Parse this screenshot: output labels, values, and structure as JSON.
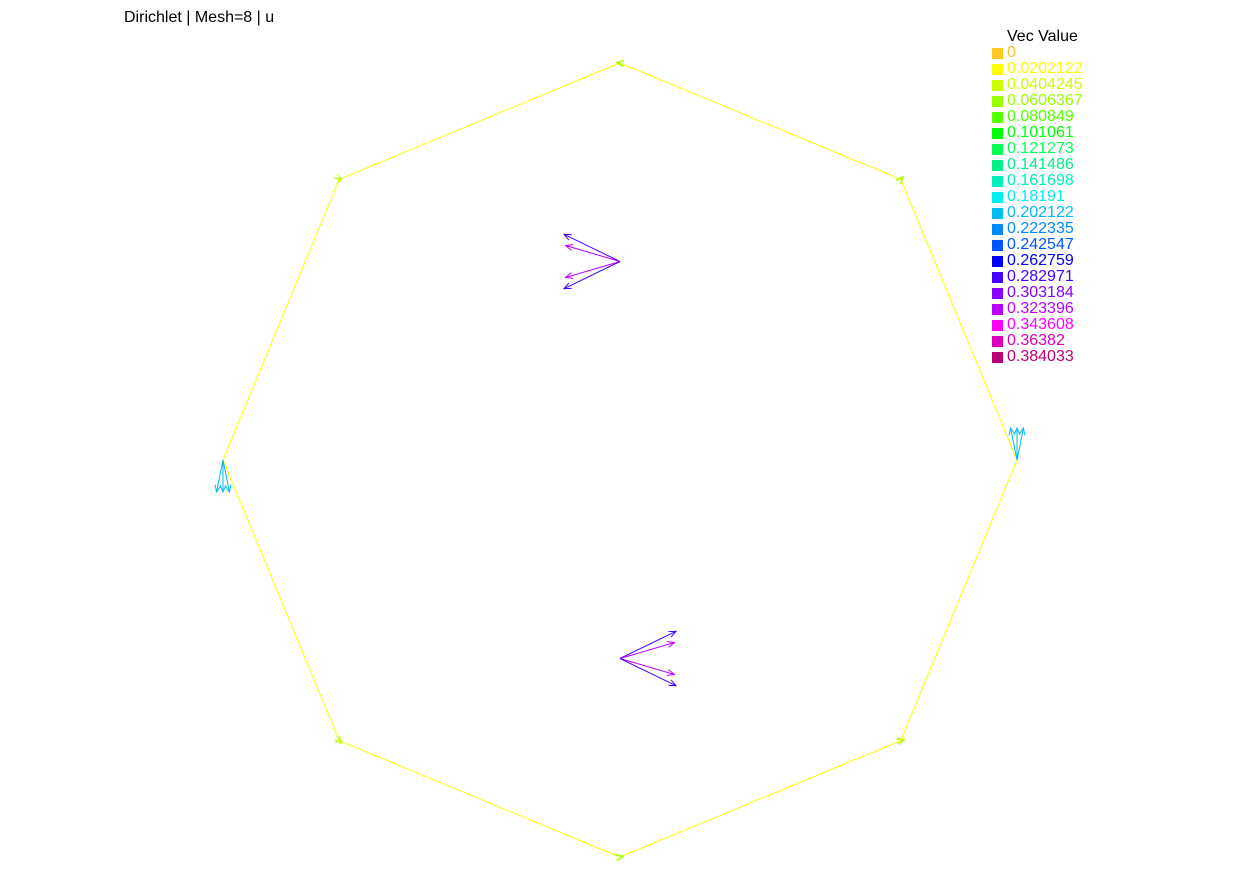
{
  "title": "Dirichlet | Mesh=8 | u",
  "chart_data": {
    "type": "vector-field",
    "legend_title": "Vec Value",
    "legend_placement": "top-right",
    "legend": [
      {
        "label": "0",
        "color": "#ffc726"
      },
      {
        "label": "0.0202122",
        "color": "#ffff00"
      },
      {
        "label": "0.0404245",
        "color": "#ccff00"
      },
      {
        "label": "0.0606367",
        "color": "#99ff00"
      },
      {
        "label": "0.080849",
        "color": "#55ff00"
      },
      {
        "label": "0.101061",
        "color": "#00ff00"
      },
      {
        "label": "0.121273",
        "color": "#00ff55"
      },
      {
        "label": "0.141486",
        "color": "#00ee88"
      },
      {
        "label": "0.161698",
        "color": "#00eebb"
      },
      {
        "label": "0.18191",
        "color": "#00eeee"
      },
      {
        "label": "0.202122",
        "color": "#00bbee"
      },
      {
        "label": "0.222335",
        "color": "#0088ff"
      },
      {
        "label": "0.242547",
        "color": "#0055ff"
      },
      {
        "label": "0.262759",
        "color": "#0000ff"
      },
      {
        "label": "0.282971",
        "color": "#4400ff"
      },
      {
        "label": "0.303184",
        "color": "#8800ff"
      },
      {
        "label": "0.323396",
        "color": "#bb00ff"
      },
      {
        "label": "0.343608",
        "color": "#ff00ff"
      },
      {
        "label": "0.36382",
        "color": "#dd00bb"
      },
      {
        "label": "0.384033",
        "color": "#bb0077"
      }
    ],
    "mesh": {
      "vertices": [
        [
          0.0,
          1.0
        ],
        [
          0.7071,
          0.7071
        ],
        [
          1.0,
          0.0
        ],
        [
          0.7071,
          -0.7071
        ],
        [
          0.0,
          -1.0
        ],
        [
          -0.7071,
          -0.7071
        ],
        [
          -1.0,
          0.0
        ],
        [
          -0.7071,
          0.7071
        ],
        [
          0.0,
          0.5
        ],
        [
          0.0,
          -0.5
        ]
      ],
      "boundary": [
        0,
        1,
        2,
        3,
        4,
        5,
        6,
        7
      ],
      "boundary_color": "#ffff00"
    },
    "vectors": [
      {
        "x": 0.0,
        "y": 1.0,
        "u": -0.02,
        "v": 0.0,
        "color": "#ccff00"
      },
      {
        "x": 0.0,
        "y": 1.0,
        "u": -0.02,
        "v": 0.005,
        "color": "#99ff00"
      },
      {
        "x": 0.7071,
        "y": 0.7071,
        "u": 0.008,
        "v": 0.018,
        "color": "#ccff00"
      },
      {
        "x": 0.7071,
        "y": 0.7071,
        "u": 0.015,
        "v": 0.015,
        "color": "#99ff00"
      },
      {
        "x": -0.7071,
        "y": 0.7071,
        "u": 0.018,
        "v": 0.008,
        "color": "#99ff00"
      },
      {
        "x": -0.7071,
        "y": 0.7071,
        "u": 0.008,
        "v": -0.01,
        "color": "#ccff00"
      },
      {
        "x": 1.0,
        "y": 0.0,
        "u": 0.0,
        "v": 0.2,
        "color": "#00bbee"
      },
      {
        "x": 1.0,
        "y": 0.0,
        "u": 0.04,
        "v": 0.2,
        "color": "#00bbee"
      },
      {
        "x": 1.0,
        "y": 0.0,
        "u": -0.04,
        "v": 0.2,
        "color": "#00bbee"
      },
      {
        "x": -1.0,
        "y": 0.0,
        "u": 0.0,
        "v": -0.2,
        "color": "#00bbee"
      },
      {
        "x": -1.0,
        "y": 0.0,
        "u": 0.04,
        "v": -0.2,
        "color": "#00bbee"
      },
      {
        "x": -1.0,
        "y": 0.0,
        "u": -0.04,
        "v": -0.2,
        "color": "#00bbee"
      },
      {
        "x": 0.7071,
        "y": -0.7071,
        "u": 0.02,
        "v": 0.0,
        "color": "#99ff00"
      },
      {
        "x": 0.7071,
        "y": -0.7071,
        "u": 0.02,
        "v": 0.01,
        "color": "#ccff00"
      },
      {
        "x": -0.7071,
        "y": -0.7071,
        "u": 0.018,
        "v": -0.008,
        "color": "#99ff00"
      },
      {
        "x": -0.7071,
        "y": -0.7071,
        "u": 0.01,
        "v": -0.016,
        "color": "#ccff00"
      },
      {
        "x": 0.0,
        "y": -1.0,
        "u": 0.02,
        "v": 0.0,
        "color": "#ccff00"
      },
      {
        "x": 0.0,
        "y": -1.0,
        "u": 0.02,
        "v": 0.006,
        "color": "#99ff00"
      },
      {
        "x": 0.0,
        "y": 0.5,
        "u": -0.35,
        "v": 0.17,
        "color": "#4400ff"
      },
      {
        "x": 0.0,
        "y": 0.5,
        "u": -0.34,
        "v": 0.1,
        "color": "#bb00ff"
      },
      {
        "x": 0.0,
        "y": 0.5,
        "u": -0.34,
        "v": -0.1,
        "color": "#bb00ff"
      },
      {
        "x": 0.0,
        "y": 0.5,
        "u": -0.35,
        "v": -0.17,
        "color": "#4400ff"
      },
      {
        "x": 0.0,
        "y": -0.5,
        "u": 0.35,
        "v": 0.17,
        "color": "#4400ff"
      },
      {
        "x": 0.0,
        "y": -0.5,
        "u": 0.34,
        "v": 0.1,
        "color": "#bb00ff"
      },
      {
        "x": 0.0,
        "y": -0.5,
        "u": 0.34,
        "v": -0.1,
        "color": "#bb00ff"
      },
      {
        "x": 0.0,
        "y": -0.5,
        "u": 0.35,
        "v": -0.17,
        "color": "#4400ff"
      }
    ]
  }
}
